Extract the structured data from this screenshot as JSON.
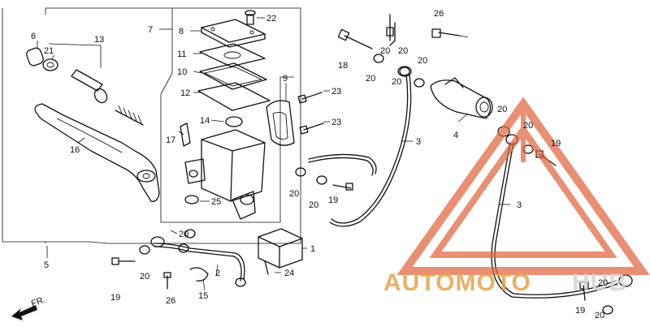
{
  "callouts": {
    "c1": "1",
    "c2": "2",
    "c3a": "3",
    "c3b": "3",
    "c4": "4",
    "c5": "5",
    "c6": "6",
    "c7": "7",
    "c8": "8",
    "c9": "9",
    "c10": "10",
    "c11": "11",
    "c12": "12",
    "c13": "13",
    "c14": "14",
    "c15": "15",
    "c16": "16",
    "c17": "17",
    "c18": "18",
    "c19a": "19",
    "c19b": "19",
    "c19c": "19",
    "c19d": "19",
    "c20a": "20",
    "c20b": "20",
    "c20c": "20",
    "c20d": "20",
    "c20e": "20",
    "c20f": "20",
    "c20g": "20",
    "c20h": "20",
    "c20i": "20",
    "c20j": "20",
    "c20k": "20",
    "c20l": "20",
    "c20m": "20",
    "c21": "21",
    "c22": "22",
    "c23a": "23",
    "c23b": "23",
    "c24": "24",
    "c25": "25",
    "c26a": "26",
    "c26b": "26"
  },
  "direction": {
    "label": "FR."
  },
  "watermark": {
    "text_a": "AUTOMOTO",
    "text_b": "HUB",
    "color": "#e0603a"
  },
  "colors": {
    "line": "#111111",
    "watermark": "#e0603a"
  }
}
